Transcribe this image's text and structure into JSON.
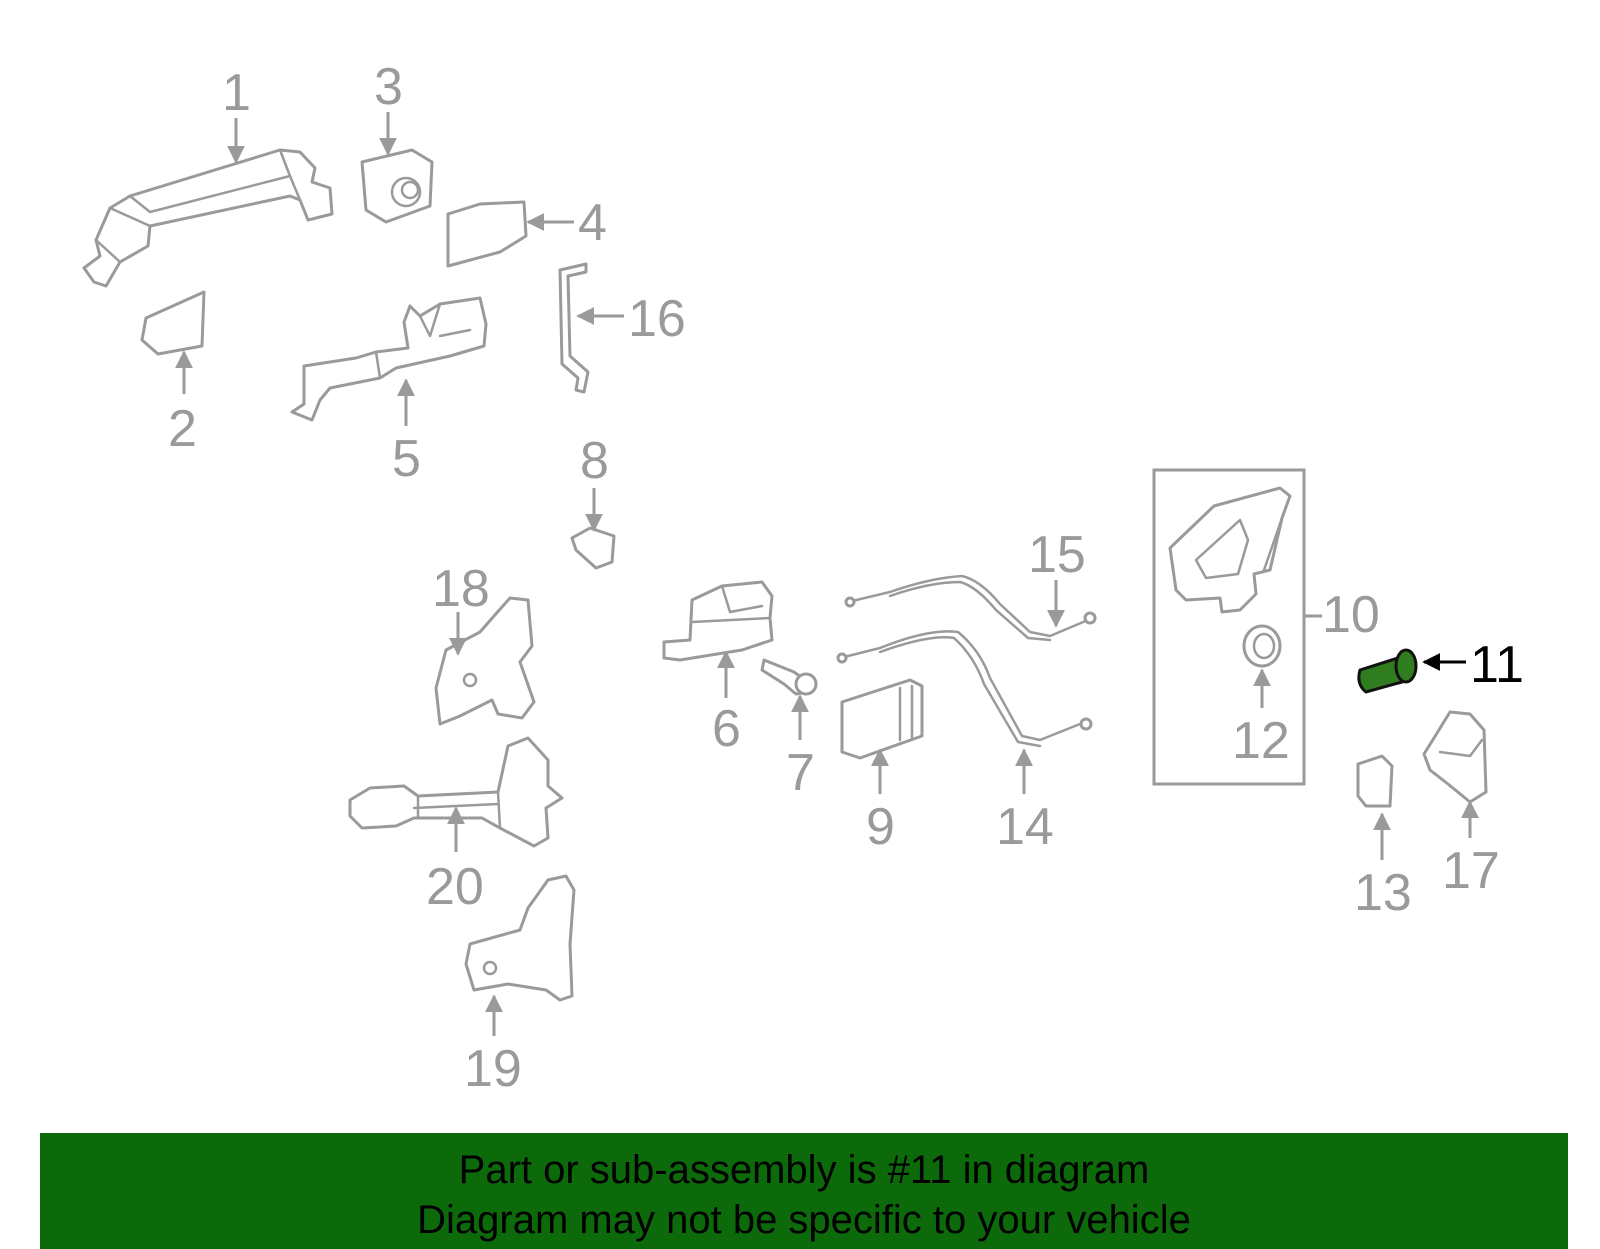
{
  "callouts": {
    "c1": "1",
    "c2": "2",
    "c3": "3",
    "c4": "4",
    "c5": "5",
    "c6": "6",
    "c7": "7",
    "c8": "8",
    "c9": "9",
    "c10": "10",
    "c11": "11",
    "c12": "12",
    "c13": "13",
    "c14": "14",
    "c15": "15",
    "c16": "16",
    "c17": "17",
    "c18": "18",
    "c19": "19",
    "c20": "20"
  },
  "highlighted_part": "11",
  "colors": {
    "part_stroke": "#9a9a9a",
    "highlight_fill": "#2f7d1f",
    "banner_bg": "#0d6a0b"
  },
  "banner": {
    "line1": "Part or sub-assembly is #11 in diagram",
    "line2": "Diagram may not be specific to your vehicle"
  }
}
